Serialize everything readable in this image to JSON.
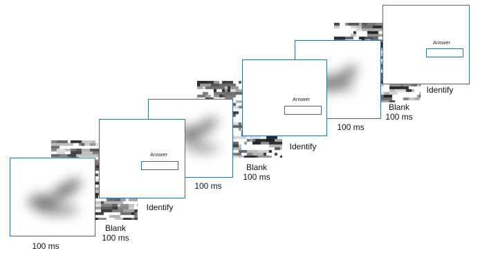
{
  "diagram": {
    "answer_label": "Answer",
    "sequence": [
      {
        "kind": "stimulus",
        "caption": "100 ms"
      },
      {
        "kind": "mask",
        "caption_line1": "Blank",
        "caption_line2": "100 ms"
      },
      {
        "kind": "response",
        "caption": "Identify"
      }
    ]
  }
}
